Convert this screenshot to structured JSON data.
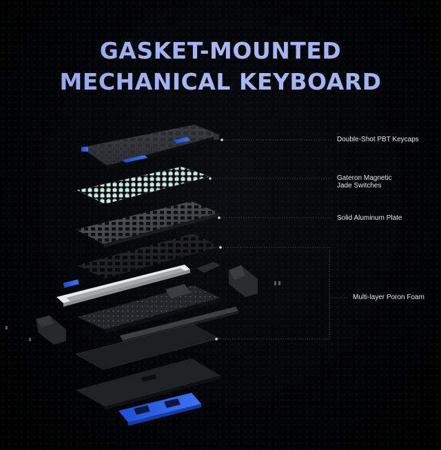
{
  "title": {
    "line1": "GASKET-MOUNTED",
    "line2": "MECHANICAL KEYBOARD"
  },
  "callouts": {
    "keycaps": "Double-Shot PBT Keycaps",
    "switches_line1": "Gateron Magnetic",
    "switches_line2": "Jade Switches",
    "plate": "Solid Aluminum Plate",
    "foam": "Multi-layer Poron Foam"
  },
  "colors": {
    "title_gradient_start": "#8da3ee",
    "title_gradient_end": "#9bb0f2",
    "accent_blue": "#2e5fe0",
    "switch_green": "#cfe9df",
    "plate_gray": "#4a4d53",
    "callout_line": "#7a7f8a"
  }
}
